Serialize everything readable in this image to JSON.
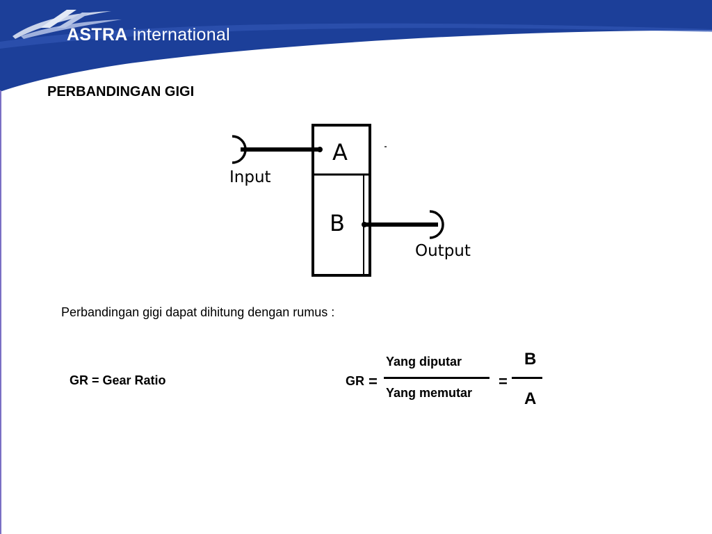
{
  "header": {
    "logo_brand": "ASTRA",
    "logo_suffix": " international",
    "colors": {
      "band": "#1c3f99",
      "logo_text": "#ffffff",
      "accent_rule": "#7a6fc4"
    }
  },
  "slide": {
    "title": "PERBANDINGAN GIGI",
    "description": "Perbandingan gigi dapat dihitung dengan rumus :",
    "definition": "GR = Gear Ratio"
  },
  "diagram": {
    "gear_a": "A",
    "gear_b": "B",
    "input_label": "Input",
    "output_label": "Output"
  },
  "formula": {
    "lhs": "GR",
    "equals": "=",
    "numerator": "Yang diputar",
    "denominator": "Yang memutar",
    "equals2": "=",
    "ratio_numerator": "B",
    "ratio_denominator": "A"
  }
}
